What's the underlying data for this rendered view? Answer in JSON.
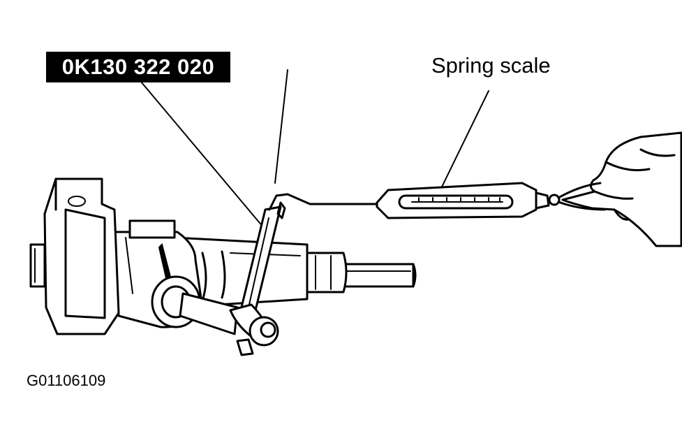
{
  "labels": {
    "tool_number": "0K130 322 020",
    "spring_scale": "Spring scale",
    "figure_id": "G01106109"
  }
}
